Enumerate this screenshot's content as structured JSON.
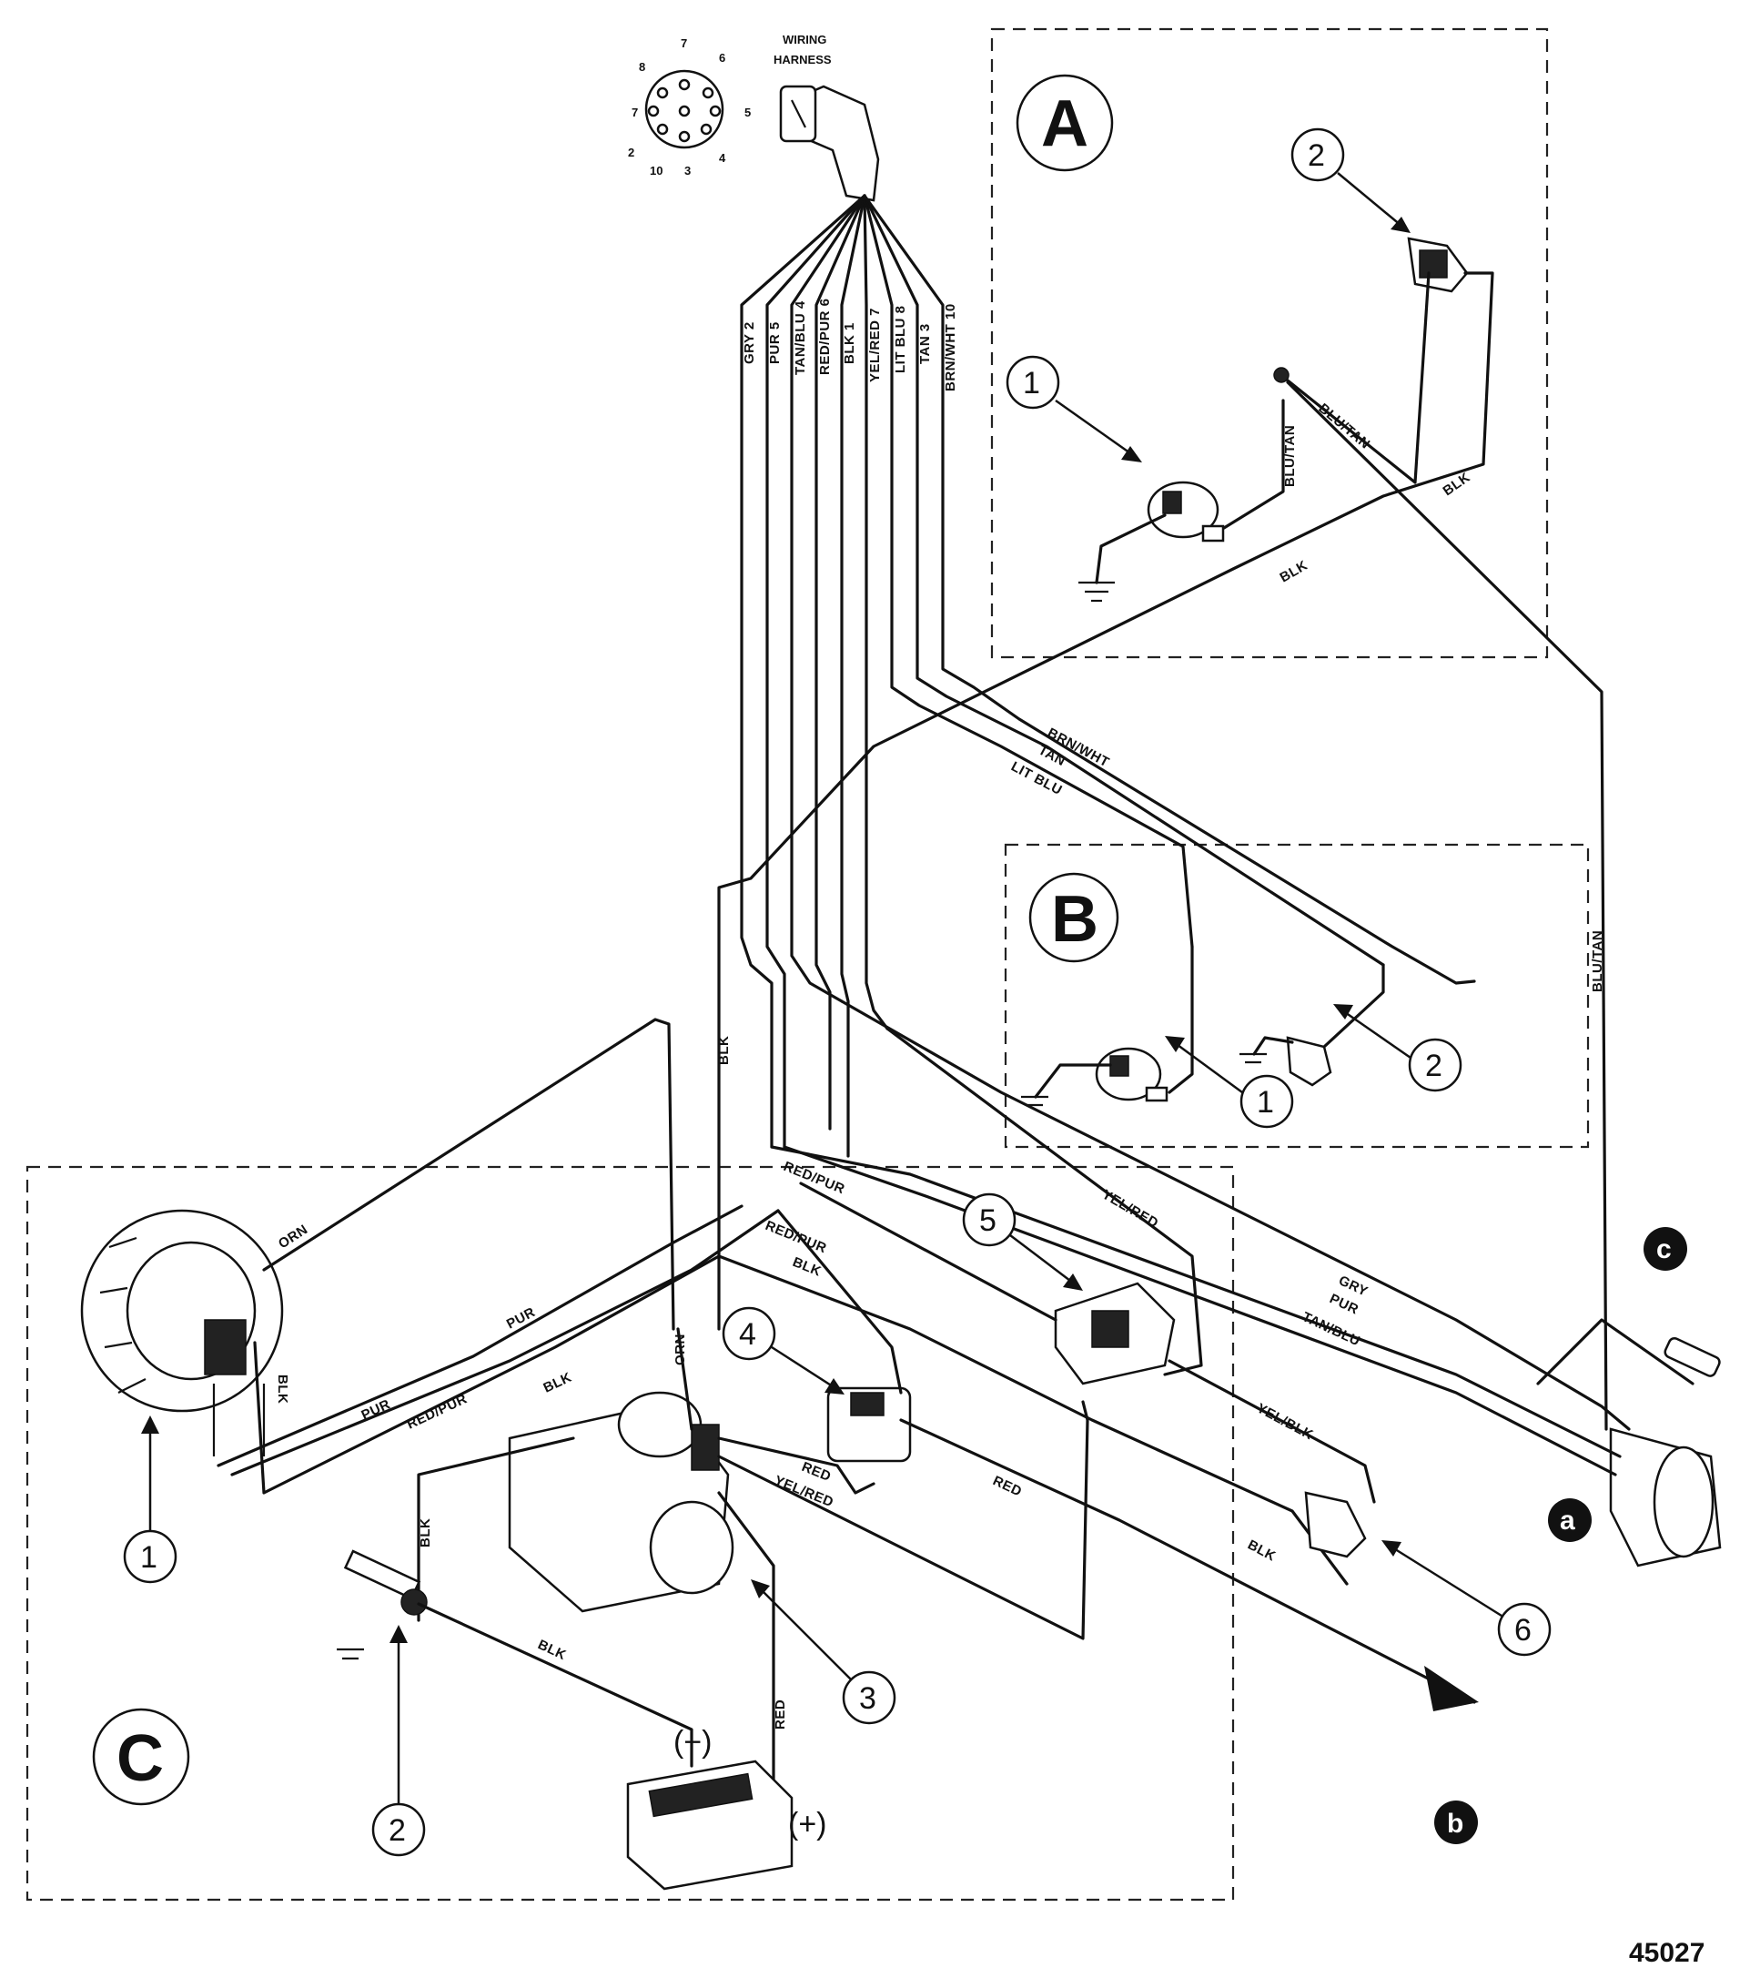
{
  "header": {
    "title_line1": "WIRING",
    "title_line2": "HARNESS"
  },
  "connector_pins": [
    "8",
    "7",
    "6",
    "7",
    "5",
    "2",
    "10",
    "3",
    "4"
  ],
  "harness_wires": [
    "GRY 2",
    "PUR 5",
    "TAN/BLU 4",
    "RED/PUR 6",
    "BLK 1",
    "YEL/RED 7",
    "LIT BLU 8",
    "TAN 3",
    "BRN/WHT 10"
  ],
  "wire_labels": {
    "blu_tan": "BLU/TAN",
    "blk": "BLK",
    "brn_wht": "BRN/WHT",
    "tan": "TAN",
    "lit_blu": "LIT BLU",
    "orn": "ORN",
    "pur": "PUR",
    "red_pur": "RED/PUR",
    "yel_red": "YEL/RED",
    "red": "RED",
    "yel_blk": "YEL/BLK",
    "gry": "GRY",
    "tan_blu": "TAN/BLU"
  },
  "regions": {
    "a": "A",
    "b": "B",
    "c": "C"
  },
  "callouts": {
    "n1": "1",
    "n2": "2",
    "n3": "3",
    "n4": "4",
    "n5": "5",
    "n6": "6"
  },
  "refs": {
    "a": "a",
    "b": "b",
    "c": "c"
  },
  "battery": {
    "neg": "(−)",
    "pos": "(+)"
  },
  "figure_number": "45027"
}
